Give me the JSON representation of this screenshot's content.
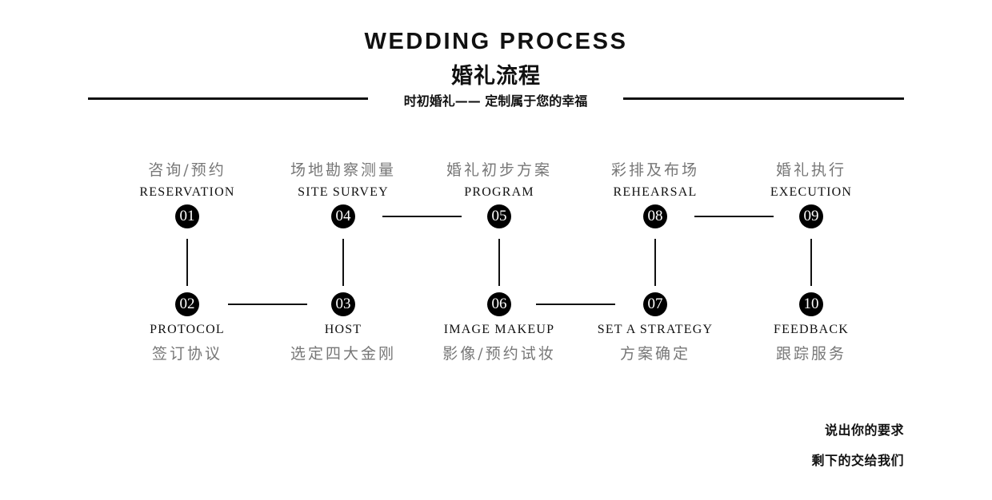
{
  "header": {
    "title_en": "WEDDING PROCESS",
    "title_cn": "婚礼流程",
    "tagline": "时初婚礼—— 定制属于您的幸福"
  },
  "steps": [
    {
      "num": "01",
      "en": "RESERVATION",
      "cn": "咨询/预约"
    },
    {
      "num": "02",
      "en": "PROTOCOL",
      "cn": "签订协议"
    },
    {
      "num": "03",
      "en": "HOST",
      "cn": "选定四大金刚"
    },
    {
      "num": "04",
      "en": "SITE SURVEY",
      "cn": "场地勘察测量"
    },
    {
      "num": "05",
      "en": "PROGRAM",
      "cn": "婚礼初步方案"
    },
    {
      "num": "06",
      "en": "IMAGE MAKEUP",
      "cn": "影像/预约试妆"
    },
    {
      "num": "07",
      "en": "SET A STRATEGY",
      "cn": "方案确定"
    },
    {
      "num": "08",
      "en": "REHEARSAL",
      "cn": "彩排及布场"
    },
    {
      "num": "09",
      "en": "EXECUTION",
      "cn": "婚礼执行"
    },
    {
      "num": "10",
      "en": "FEEDBACK",
      "cn": "跟踪服务"
    }
  ],
  "footer": {
    "line1": "说出你的要求",
    "line2": "剩下的交给我们"
  }
}
